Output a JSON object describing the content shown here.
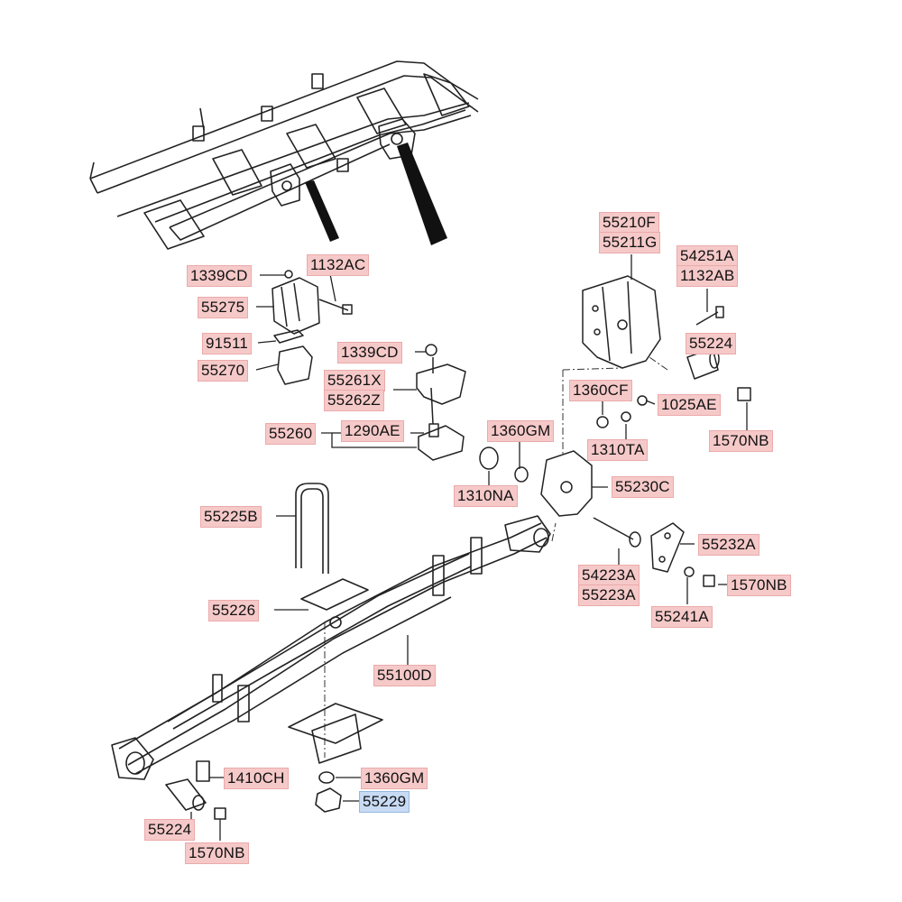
{
  "colors": {
    "label_bg": "#f6c9c9",
    "label_border": "#ebaaaa",
    "selected_bg": "#c8dbf4",
    "selected_border": "#97b6e0",
    "line": "#222222"
  },
  "selected_part": "55229",
  "parts": [
    {
      "id": "l-1339cd-a",
      "text": "1339CD"
    },
    {
      "id": "l-1132ac",
      "text": "1132AC"
    },
    {
      "id": "l-55275",
      "text": "55275"
    },
    {
      "id": "l-91511",
      "text": "91511"
    },
    {
      "id": "l-55270",
      "text": "55270"
    },
    {
      "id": "l-1339cd-b",
      "text": "1339CD"
    },
    {
      "id": "l-55261x",
      "text": "55261X"
    },
    {
      "id": "l-55262z",
      "text": "55262Z"
    },
    {
      "id": "l-55260",
      "text": "55260"
    },
    {
      "id": "l-1290ae",
      "text": "1290AE"
    },
    {
      "id": "l-55210f",
      "text": "55210F"
    },
    {
      "id": "l-55211g",
      "text": "55211G"
    },
    {
      "id": "l-54251a",
      "text": "54251A"
    },
    {
      "id": "l-1132ab",
      "text": "1132AB"
    },
    {
      "id": "l-55224-a",
      "text": "55224"
    },
    {
      "id": "l-1360cf",
      "text": "1360CF"
    },
    {
      "id": "l-1025ae",
      "text": "1025AE"
    },
    {
      "id": "l-1360gm-a",
      "text": "1360GM"
    },
    {
      "id": "l-1310ta",
      "text": "1310TA"
    },
    {
      "id": "l-1570nb-a",
      "text": "1570NB"
    },
    {
      "id": "l-1310na",
      "text": "1310NA"
    },
    {
      "id": "l-55230c",
      "text": "55230C"
    },
    {
      "id": "l-55225b",
      "text": "55225B"
    },
    {
      "id": "l-55232a",
      "text": "55232A"
    },
    {
      "id": "l-54223a",
      "text": "54223A"
    },
    {
      "id": "l-55223a",
      "text": "55223A"
    },
    {
      "id": "l-1570nb-b",
      "text": "1570NB"
    },
    {
      "id": "l-55241a",
      "text": "55241A"
    },
    {
      "id": "l-55226",
      "text": "55226"
    },
    {
      "id": "l-55100d",
      "text": "55100D"
    },
    {
      "id": "l-1410ch",
      "text": "1410CH"
    },
    {
      "id": "l-1360gm-b",
      "text": "1360GM"
    },
    {
      "id": "l-55229",
      "text": "55229"
    },
    {
      "id": "l-55224-b",
      "text": "55224"
    },
    {
      "id": "l-1570nb-c",
      "text": "1570NB"
    }
  ]
}
